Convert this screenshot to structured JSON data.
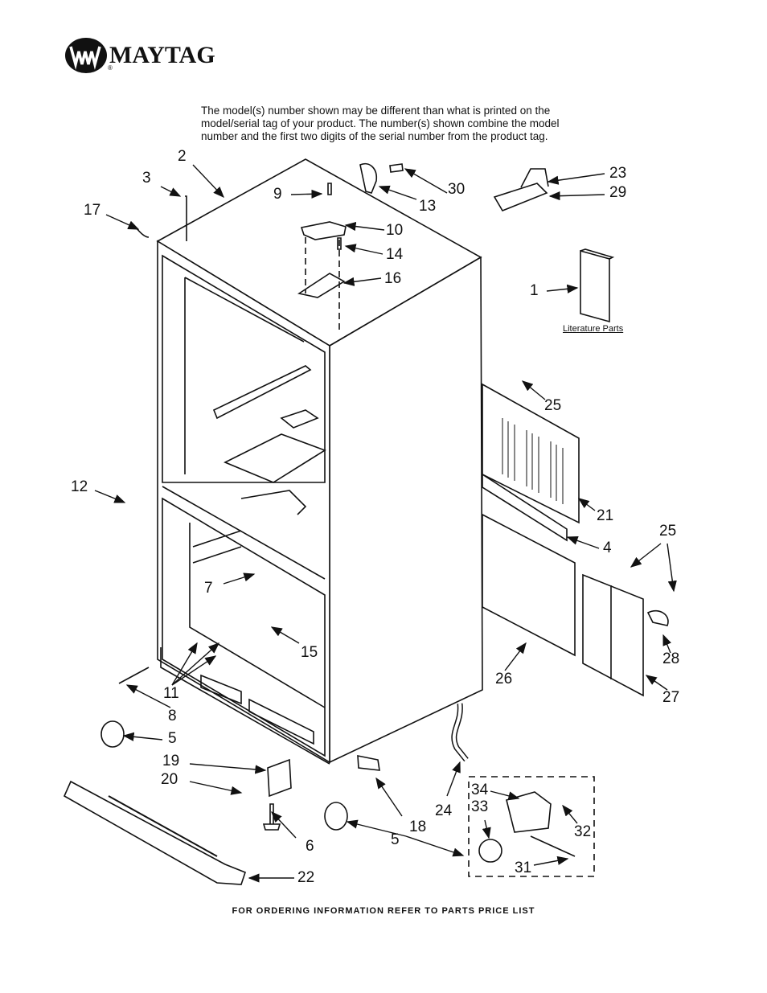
{
  "brand": {
    "name": "MAYTAG",
    "registered": "®"
  },
  "notice": {
    "lines": [
      "The model(s) number shown may be different than what is printed on the",
      "model/serial tag of your product. The number(s) shown combine the model",
      "number and the first two digits of the serial number from the product tag."
    ]
  },
  "literature_label": "Literature Parts",
  "footer": "FOR ORDERING INFORMATION REFER TO PARTS PRICE LIST",
  "callouts": {
    "c1": "1",
    "c2": "2",
    "c3": "3",
    "c4": "4",
    "c5a": "5",
    "c5b": "5",
    "c6": "6",
    "c7": "7",
    "c8": "8",
    "c9": "9",
    "c10": "10",
    "c11": "11",
    "c12": "12",
    "c13": "13",
    "c14": "14",
    "c15": "15",
    "c16": "16",
    "c17": "17",
    "c18": "18",
    "c19": "19",
    "c20": "20",
    "c21": "21",
    "c22": "22",
    "c23": "23",
    "c24": "24",
    "c25a": "25",
    "c25b": "25",
    "c26": "26",
    "c27": "27",
    "c28": "28",
    "c29": "29",
    "c30": "30",
    "c31": "31",
    "c32": "32",
    "c33": "33",
    "c34": "34"
  }
}
